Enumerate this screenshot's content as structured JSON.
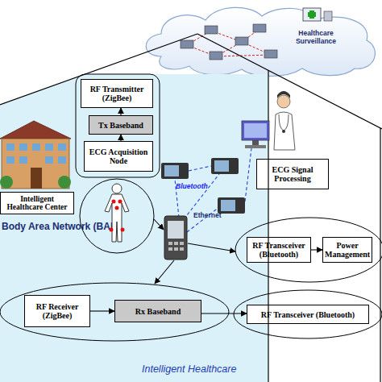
{
  "diagram": {
    "nodes": [
      {
        "text": [
          "Healthcare Surveillance"
        ]
      },
      {
        "text": [
          "Body Area Network (BAN)",
          "Intelligent Healthcare"
        ]
      },
      {
        "text": [
          "Intelligent Healthcare Center"
        ],
        "in": 1
      },
      {
        "text": [
          "RF Transmitter (ZigBee)"
        ],
        "in": 1
      },
      {
        "text": [
          "Tx Baseband"
        ],
        "in": 1
      },
      {
        "text": [
          "ECG Acquisition Node"
        ],
        "in": 1
      },
      {
        "text": [
          "ECG Signal Processing"
        ]
      },
      {
        "text": [
          "RF Transceiver (Bluetooth)"
        ]
      },
      {
        "text": [
          "Power Management"
        ]
      },
      {
        "text": [
          "RF Receiver (ZigBee)"
        ],
        "in": 1
      },
      {
        "text": [
          "Rx Baseband"
        ],
        "in": 1
      },
      {
        "text": [
          "RF Transceiver (Bluetooth)"
        ]
      }
    ],
    "edges": [
      {
        "from": 5,
        "to": 4,
        "arrow": "to"
      },
      {
        "from": 4,
        "to": 3,
        "arrow": "to"
      },
      {
        "from": 7,
        "to": 8,
        "arrow": "to"
      },
      {
        "from": 9,
        "to": 10,
        "arrow": "to"
      },
      {
        "from": 10,
        "to": 11,
        "arrow": "to"
      }
    ],
    "labels": [
      "Bluetooth",
      "Ethernet"
    ]
  }
}
